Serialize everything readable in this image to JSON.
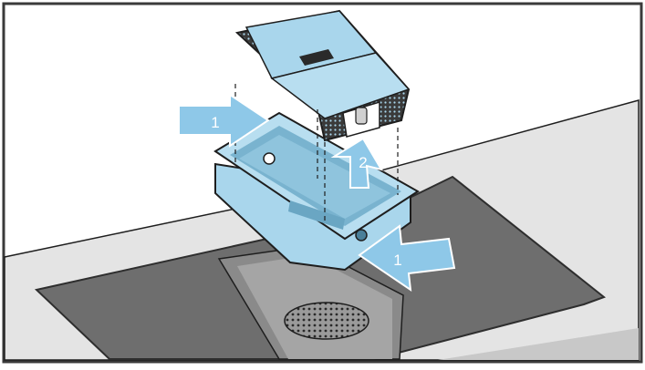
{
  "illustration": {
    "steps": {
      "press_left": "1",
      "lift_up": "2",
      "press_right": "1"
    },
    "colors": {
      "frame": "#3a3a3a",
      "background": "#ffffff",
      "counter_top": "#e4e4e4",
      "counter_edge": "#c8c8c8",
      "mat": "#6e6e6e",
      "mat_edge": "#2e2e2e",
      "well": "#8a8a8a",
      "tray": "#a9d6ec",
      "tray_dark": "#79b3cf",
      "arrow": "#8ec8e8",
      "outline": "#1e1e1e",
      "step_number": "#ffffff"
    }
  }
}
